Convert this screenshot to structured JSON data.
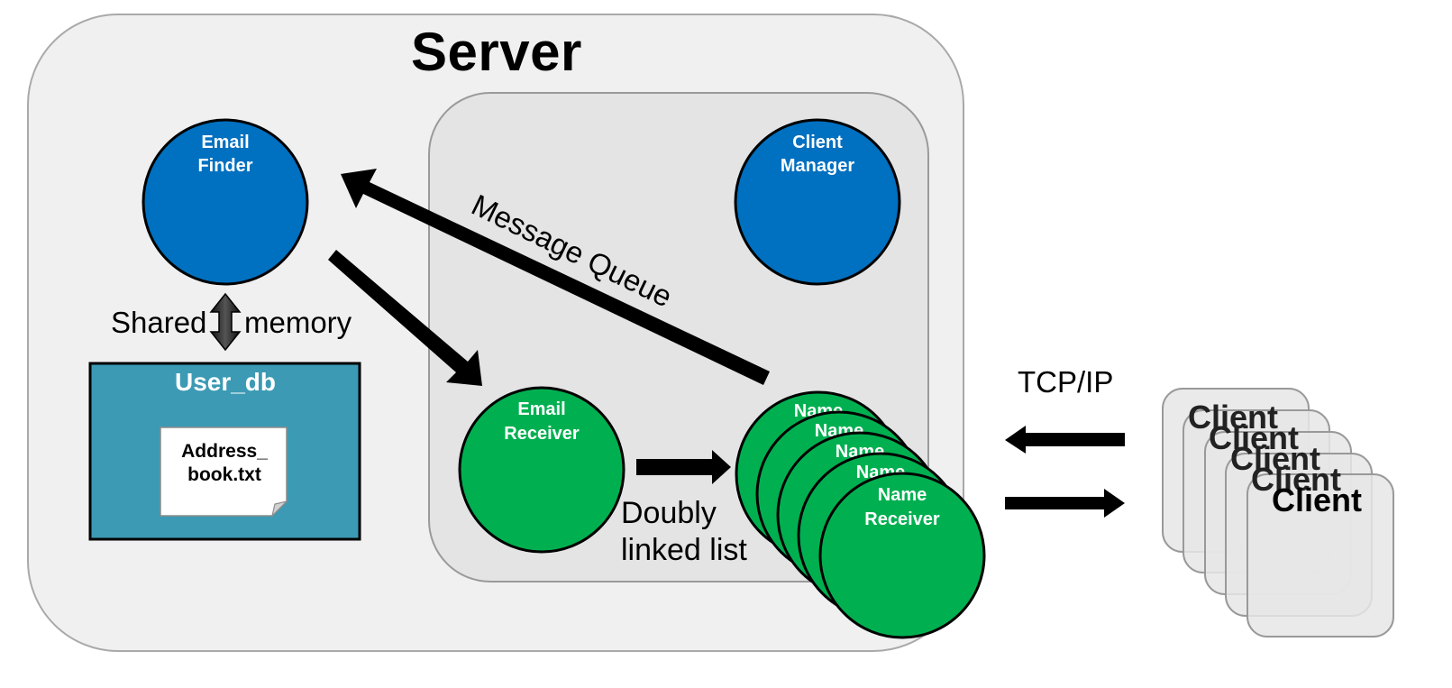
{
  "title": "Server",
  "nodes": {
    "email_finder": {
      "line1": "Email",
      "line2": "Finder"
    },
    "client_manager": {
      "line1": "Client",
      "line2": "Manager"
    },
    "email_receiver": {
      "line1": "Email",
      "line2": "Receiver"
    },
    "name_receiver": {
      "line1": "Name",
      "line2": "Receiver"
    }
  },
  "stack_partial_label": "Name",
  "user_db": {
    "title": "User_db",
    "file_line1": "Address_",
    "file_line2": "book.txt"
  },
  "labels": {
    "shared_left": "Shared",
    "shared_right": "memory",
    "message_queue": "Message Queue",
    "doubly_linked_line1": "Doubly",
    "doubly_linked_line2": "linked list",
    "tcp_ip": "TCP/IP"
  },
  "client_label": "Client",
  "colors": {
    "server_bg": "#f0f0f0",
    "inner_bg": "#e4e4e4",
    "blue_node": "#0070c0",
    "green_node": "#00b050",
    "user_db_bg": "#3c9ab4",
    "client_bg": "#e3e3e3"
  }
}
